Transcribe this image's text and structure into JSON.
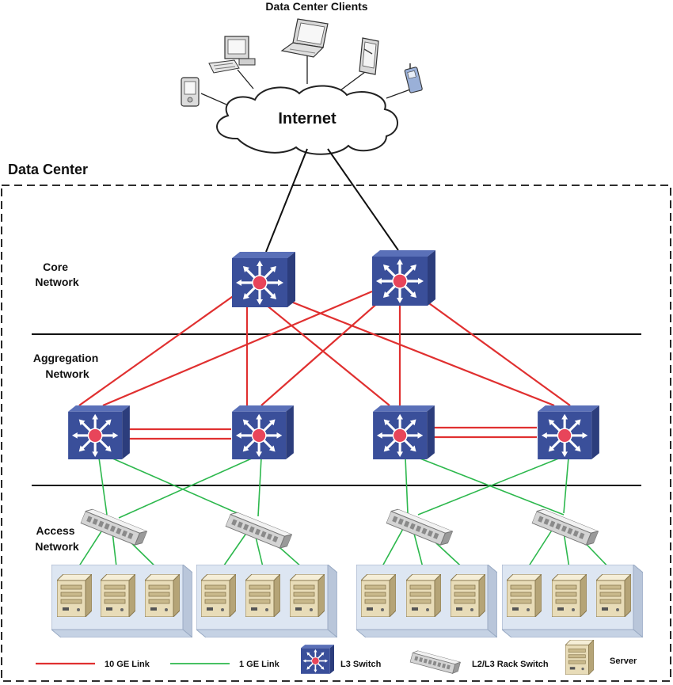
{
  "title": "Data Center Clients",
  "internet_label": "Internet",
  "data_center_label": "Data Center",
  "layers": {
    "core": [
      "Core",
      "Network"
    ],
    "aggregation": [
      "Aggregation",
      "Network"
    ],
    "access": [
      "Access",
      "Network"
    ]
  },
  "legend": {
    "ten_ge": "10 GE Link",
    "one_ge": "1 GE Link",
    "l3_switch": "L3 Switch",
    "rack_switch": "L2/L3 Rack Switch",
    "server": "Server"
  },
  "colors": {
    "ten_ge_link": "#e03030",
    "one_ge_link": "#2db84d",
    "l3_switch": "#3a4f9a",
    "switch_center": "#e8455a",
    "server": "#e8dcb8",
    "rack": "#dde6f2"
  },
  "icons": [
    "desktop-icon",
    "laptop-icon",
    "tablet-icon",
    "pda-icon",
    "phone-icon",
    "cloud-icon",
    "l3-switch-icon",
    "rack-switch-icon",
    "server-icon"
  ]
}
